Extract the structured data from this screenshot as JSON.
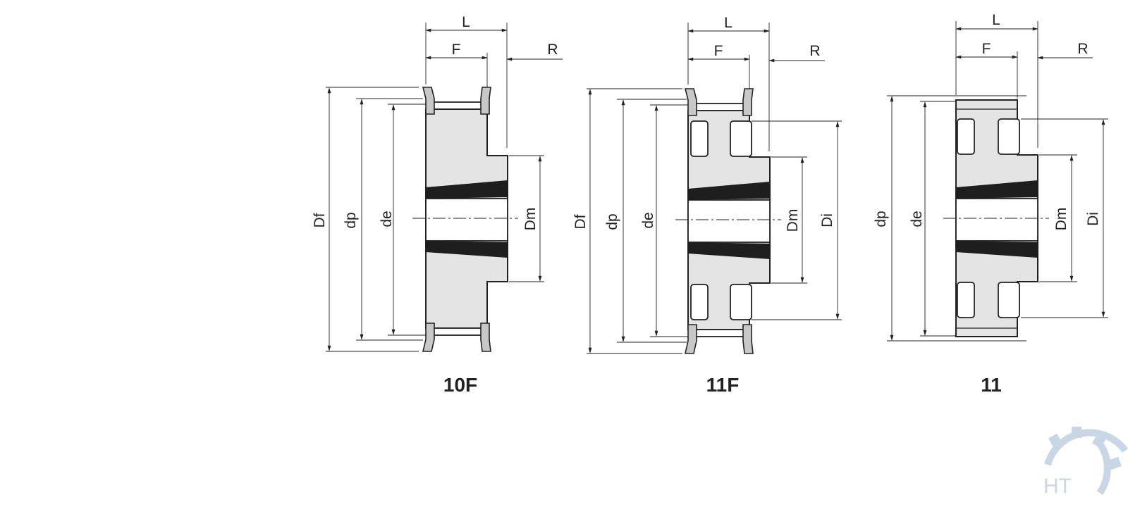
{
  "colors": {
    "line": "#222222",
    "body_fill": "#e4e4e4",
    "flange_fill": "#c8c8c8",
    "bushing": "#1e1e1e",
    "logo": "#c9d6e6"
  },
  "drawings": [
    {
      "caption": "10F",
      "labels": {
        "L": "L",
        "F": "F",
        "R": "R",
        "Df": "Df",
        "dp": "dp",
        "de": "de",
        "Dm": "Dm"
      }
    },
    {
      "caption": "11F",
      "labels": {
        "L": "L",
        "F": "F",
        "R": "R",
        "Df": "Df",
        "dp": "dp",
        "de": "de",
        "Dm": "Dm",
        "Di": "Di"
      }
    },
    {
      "caption": "11",
      "labels": {
        "L": "L",
        "F": "F",
        "R": "R",
        "dp": "dp",
        "de": "de",
        "Dm": "Dm",
        "Di": "Di"
      }
    }
  ],
  "logo": {
    "text": "HT",
    "icon": "gear-icon"
  }
}
